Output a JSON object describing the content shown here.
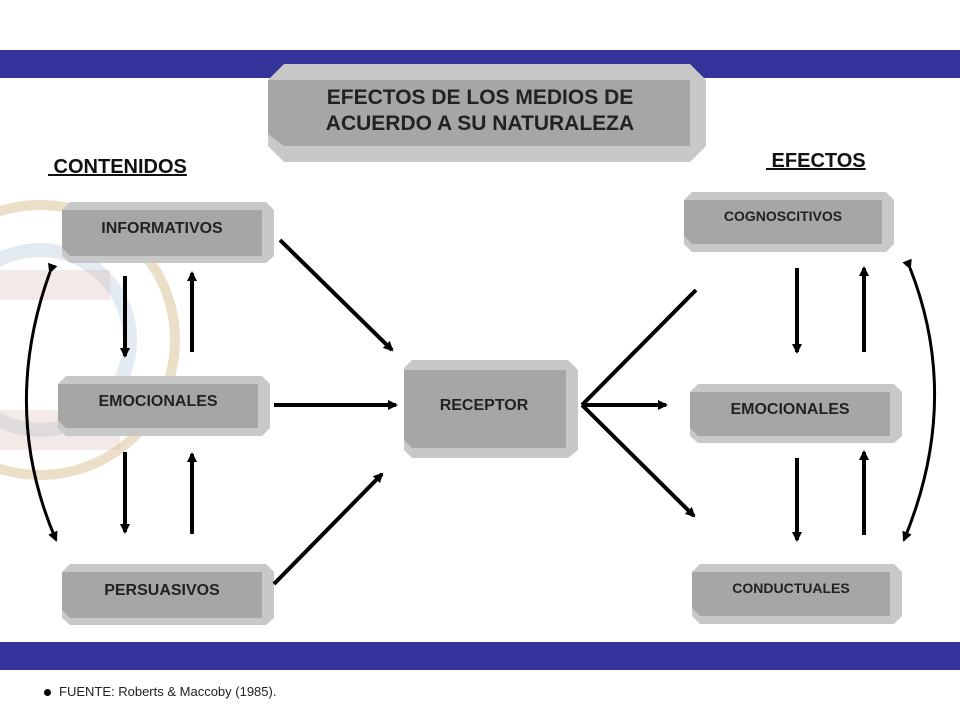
{
  "title": {
    "line1": "EFECTOS DE LOS MEDIOS DE",
    "line2": "ACUERDO A SU NATURALEZA"
  },
  "headings": {
    "left": " CONTENIDOS",
    "right": " EFECTOS"
  },
  "contents": {
    "informativos": "INFORMATIVOS",
    "emocionales": "EMOCIONALES",
    "persuasivos": "PERSUASIVOS"
  },
  "receptor": "RECEPTOR",
  "effects": {
    "cognoscitivos": "COGNOSCITIVOS",
    "emocionales": "EMOCIONALES",
    "conductuales": "CONDUCTUALES"
  },
  "source": "FUENTE: Roberts & Maccoby (1985).",
  "colors": {
    "band": "#333399",
    "box_face": "#a6a6a6",
    "box_side": "#c8c8c8",
    "emblem": "#d9c9a6"
  }
}
